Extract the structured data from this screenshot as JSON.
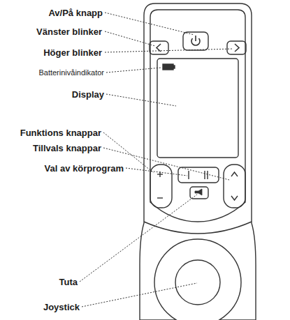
{
  "diagram": {
    "labels": [
      "Av/På knapp",
      "Vänster blinker",
      "Höger blinker",
      "Batterinivåindikator",
      "Display",
      "Funktions knappar",
      "Tillvals knappar",
      "Val av körprogram",
      "Tuta",
      "Joystick"
    ]
  }
}
